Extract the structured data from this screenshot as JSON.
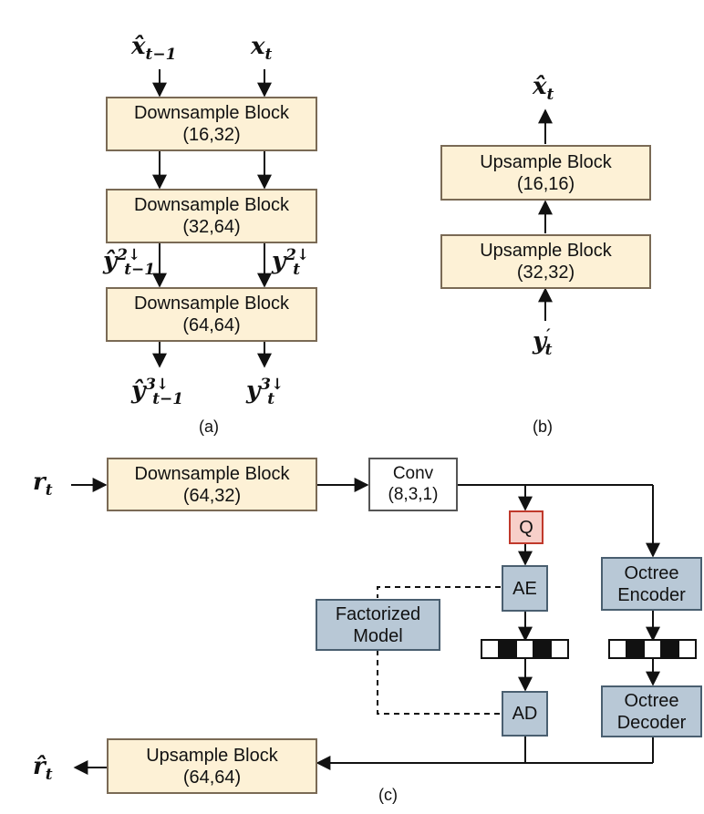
{
  "panel_a": {
    "caption": "(a)",
    "blocks": [
      {
        "title": "Downsample Block",
        "params": "(16,32)"
      },
      {
        "title": "Downsample Block",
        "params": "(32,64)"
      },
      {
        "title": "Downsample Block",
        "params": "(64,64)"
      }
    ],
    "labels": {
      "in_left": {
        "base": "x̂",
        "sub": "t−1",
        "sup": ""
      },
      "in_right": {
        "base": "x",
        "sub": "t",
        "sup": ""
      },
      "mid_left": {
        "base": "ŷ",
        "sub": "t−1",
        "sup": "2↓"
      },
      "mid_right": {
        "base": "y",
        "sub": "t",
        "sup": "2↓"
      },
      "out_left": {
        "base": "ŷ",
        "sub": "t−1",
        "sup": "3↓"
      },
      "out_right": {
        "base": "y",
        "sub": "t",
        "sup": "3↓"
      }
    }
  },
  "panel_b": {
    "caption": "(b)",
    "blocks": [
      {
        "title": "Upsample Block",
        "params": "(16,16)"
      },
      {
        "title": "Upsample Block",
        "params": "(32,32)"
      }
    ],
    "labels": {
      "out": {
        "base": "x̂",
        "sub": "t",
        "sup": ""
      },
      "in": {
        "base": "y",
        "sub": "t",
        "sup": "′"
      }
    }
  },
  "panel_c": {
    "caption": "(c)",
    "downsample": {
      "title": "Downsample Block",
      "params": "(64,32)"
    },
    "conv": {
      "title": "Conv",
      "params": "(8,3,1)"
    },
    "q": "Q",
    "ae": "AE",
    "ad": "AD",
    "factorized": {
      "line1": "Factorized",
      "line2": "Model"
    },
    "octree_encoder": {
      "line1": "Octree",
      "line2": "Encoder"
    },
    "octree_decoder": {
      "line1": "Octree",
      "line2": "Decoder"
    },
    "upsample": {
      "title": "Upsample Block",
      "params": "(64,64)"
    },
    "labels": {
      "in": {
        "base": "r",
        "sub": "t",
        "sup": ""
      },
      "out": {
        "base": "r̂",
        "sub": "t",
        "sup": ""
      }
    }
  }
}
